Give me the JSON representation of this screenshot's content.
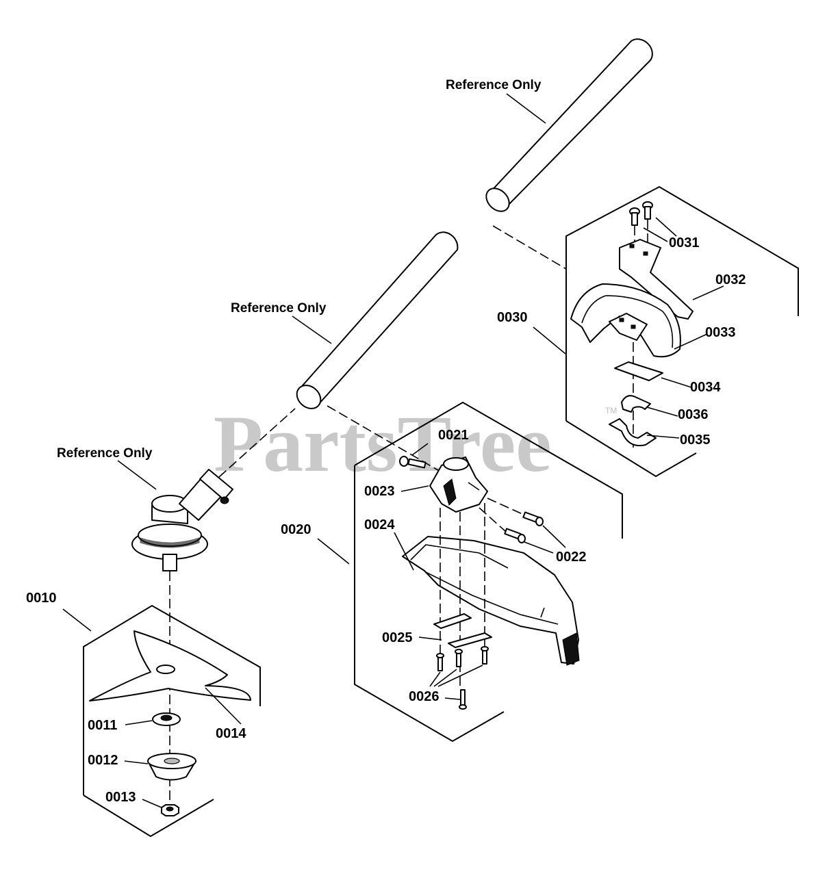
{
  "watermark": {
    "text": "PartsTree",
    "trademark": "TM"
  },
  "reference_labels": {
    "upper_tube": "Reference Only",
    "middle_tube": "Reference Only",
    "gearhead": "Reference Only"
  },
  "callouts": {
    "p0010": "0010",
    "p0011": "0011",
    "p0012": "0012",
    "p0013": "0013",
    "p0014": "0014",
    "p0020": "0020",
    "p0021": "0021",
    "p0022": "0022",
    "p0023": "0023",
    "p0024": "0024",
    "p0025": "0025",
    "p0026": "0026",
    "p0030": "0030",
    "p0031": "0031",
    "p0032": "0032",
    "p0033": "0033",
    "p0034": "0034",
    "p0035": "0035",
    "p0036": "0036"
  },
  "colors": {
    "line": "#000000",
    "watermark": "#c9c9c9",
    "background": "#ffffff"
  }
}
